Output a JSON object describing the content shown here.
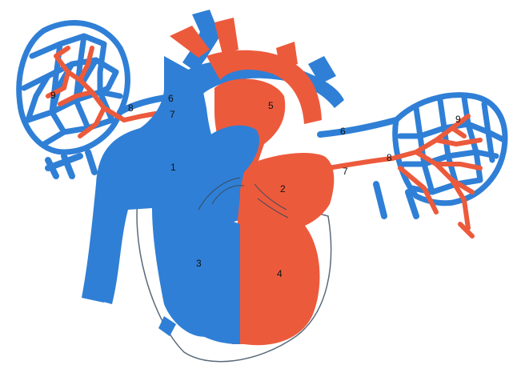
{
  "diagram": {
    "colors": {
      "venous_blue": "#2f7fd6",
      "arterial_red": "#ec5a3c",
      "background": "#ffffff",
      "outline": "#5a6a7a"
    },
    "labels": {
      "n1": "1",
      "n2": "2",
      "n3": "3",
      "n4": "4",
      "n5": "5",
      "n6_left": "6",
      "n6_right": "6",
      "n7_left": "7",
      "n7_right": "7",
      "n8_left": "8",
      "n8_right": "8",
      "n9_left": "9",
      "n9_right": "9"
    }
  }
}
